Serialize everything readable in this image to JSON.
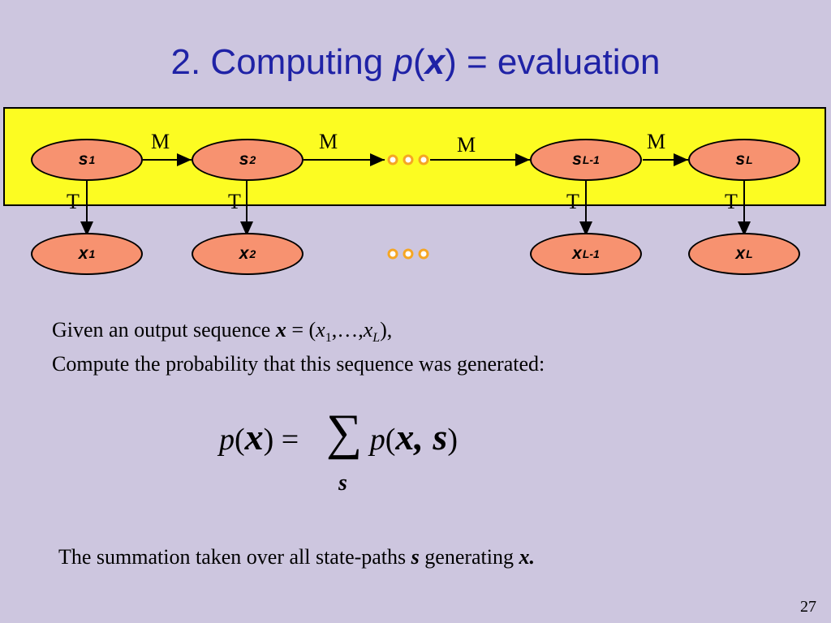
{
  "slide": {
    "title_prefix": "2. Computing ",
    "title_p": "p",
    "title_open": "(",
    "title_x": "x",
    "title_rest": ") = evaluation",
    "page_number": "27"
  },
  "diagram": {
    "hidden_nodes": [
      {
        "main": "s",
        "sub": "1"
      },
      {
        "main": "s",
        "sub": "2"
      },
      {
        "main": "s",
        "sub": "L-1"
      },
      {
        "main": "s",
        "sub": "L"
      }
    ],
    "observed_nodes": [
      {
        "main": "x",
        "sub": "1"
      },
      {
        "main": "x",
        "sub": "2"
      },
      {
        "main": "x",
        "sub": "L-1"
      },
      {
        "main": "x",
        "sub": "L"
      }
    ],
    "transition_label": "M",
    "emission_label": "T",
    "colors": {
      "band": "#fcfc22",
      "node_fill": "#f79270",
      "dot_stroke": "#f5a623",
      "title": "#1f22a6",
      "background": "#cdc6df"
    }
  },
  "body_text": {
    "line1_pre": "Given an output sequence ",
    "line1_x": "x",
    "line1_eq": " = (",
    "line1_x1": "x",
    "line1_x1_sub": "1",
    "line1_mid": ",…,",
    "line1_xL": "x",
    "line1_xL_sub": "L",
    "line1_post": "),",
    "line2": "Compute  the probability that this sequence was generated:",
    "formula_lhs_p": "p",
    "formula_lhs_open": "(",
    "formula_lhs_x": "x",
    "formula_lhs_close": ") = ",
    "formula_sigma": "∑",
    "formula_sigma_sub": "s",
    "formula_rhs_p": "p",
    "formula_rhs_open": "(",
    "formula_rhs_args": "x, s",
    "formula_rhs_close": ")",
    "footer_pre": "The summation taken over all state-paths ",
    "footer_s": "s",
    "footer_mid": " generating ",
    "footer_x": "x."
  }
}
